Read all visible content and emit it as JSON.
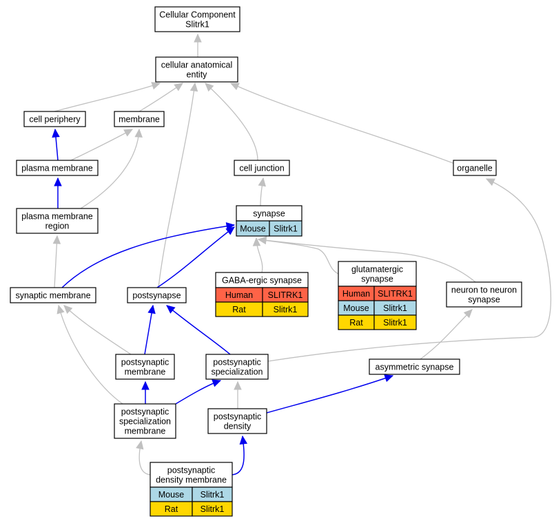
{
  "colors": {
    "human": "#ff6347",
    "mouse": "#add8e6",
    "rat": "#ffd700",
    "is_a_edge": "#c0c0c0",
    "part_of_edge": "#0000ee"
  },
  "nodes": {
    "root": [
      "Cellular Component",
      "Slitrk1"
    ],
    "cae": [
      "cellular anatomical",
      "entity"
    ],
    "periphery": [
      "cell periphery"
    ],
    "membrane": [
      "membrane"
    ],
    "plasma": [
      "plasma membrane"
    ],
    "pmr": [
      "plasma membrane",
      "region"
    ],
    "junction": [
      "cell junction"
    ],
    "organelle": [
      "organelle"
    ],
    "synapse": [
      "synapse"
    ],
    "synmem": [
      "synaptic membrane"
    ],
    "postsyn": [
      "postsynapse"
    ],
    "gaba": [
      "GABA-ergic synapse"
    ],
    "glut": [
      "glutamatergic",
      "synapse"
    ],
    "n2n": [
      "neuron to neuron",
      "synapse"
    ],
    "psm": [
      "postsynaptic",
      "membrane"
    ],
    "pss": [
      "postsynaptic",
      "specialization"
    ],
    "asym": [
      "asymmetric synapse"
    ],
    "pssm": [
      "postsynaptic",
      "specialization",
      "membrane"
    ],
    "psd": [
      "postsynaptic",
      "density"
    ],
    "psdm": [
      "postsynaptic",
      "density membrane"
    ]
  },
  "annotations": {
    "synapse": [
      {
        "species": "Mouse",
        "gene": "Slitrk1"
      }
    ],
    "gaba": [
      {
        "species": "Human",
        "gene": "SLITRK1"
      },
      {
        "species": "Rat",
        "gene": "Slitrk1"
      }
    ],
    "glut": [
      {
        "species": "Human",
        "gene": "SLITRK1"
      },
      {
        "species": "Mouse",
        "gene": "Slitrk1"
      },
      {
        "species": "Rat",
        "gene": "Slitrk1"
      }
    ],
    "psdm": [
      {
        "species": "Mouse",
        "gene": "Slitrk1"
      },
      {
        "species": "Rat",
        "gene": "Slitrk1"
      }
    ]
  }
}
